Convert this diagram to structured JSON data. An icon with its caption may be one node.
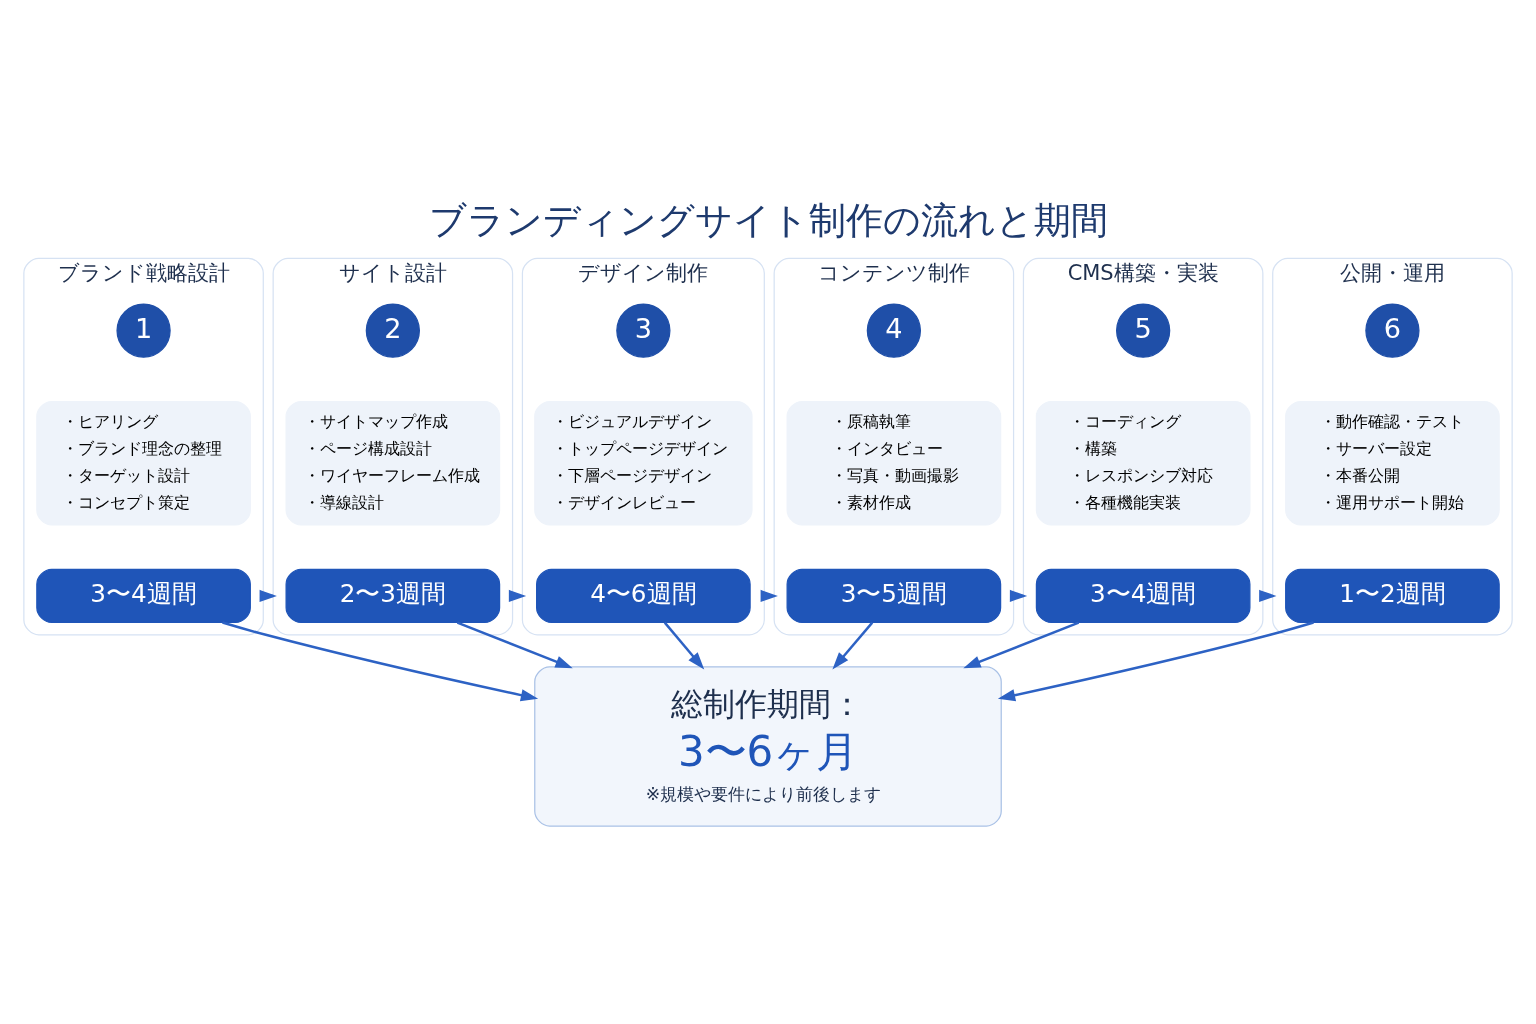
{
  "diagram": {
    "title": "ブランディングサイト制作の流れと期間",
    "nodes": [
      {
        "text": [
          "ブランド戦略設計"
        ]
      },
      {
        "text": [
          "1"
        ],
        "in": 0
      },
      {
        "text": [
          "・ヒアリング",
          "・ブランド理念の整理",
          "・ターゲット設計",
          "・コンセプト策定"
        ],
        "in": 0
      },
      {
        "text": [
          "3〜4週間"
        ],
        "in": 0
      },
      {
        "text": [
          "サイト設計"
        ]
      },
      {
        "text": [
          "2"
        ],
        "in": 4
      },
      {
        "text": [
          "・サイトマップ作成",
          "・ページ構成設計",
          "・ワイヤーフレーム作成",
          "・導線設計"
        ],
        "in": 4
      },
      {
        "text": [
          "2〜3週間"
        ],
        "in": 4
      },
      {
        "text": [
          "デザイン制作"
        ]
      },
      {
        "text": [
          "3"
        ],
        "in": 8
      },
      {
        "text": [
          "・ビジュアルデザイン",
          "・トップページデザイン",
          "・下層ページデザイン",
          "・デザインレビュー"
        ],
        "in": 8
      },
      {
        "text": [
          "4〜6週間"
        ],
        "in": 8
      },
      {
        "text": [
          "コンテンツ制作"
        ]
      },
      {
        "text": [
          "4"
        ],
        "in": 12
      },
      {
        "text": [
          "・原稿執筆",
          "・インタビュー",
          "・写真・動画撮影",
          "・素材作成"
        ],
        "in": 12
      },
      {
        "text": [
          "3〜5週間"
        ],
        "in": 12
      },
      {
        "text": [
          "CMS構築・実装"
        ]
      },
      {
        "text": [
          "5"
        ],
        "in": 16
      },
      {
        "text": [
          "・コーディング",
          "・構築",
          "・レスポンシブ対応",
          "・各種機能実装"
        ],
        "in": 16
      },
      {
        "text": [
          "3〜4週間"
        ],
        "in": 16
      },
      {
        "text": [
          "公開・運用"
        ]
      },
      {
        "text": [
          "6"
        ],
        "in": 20
      },
      {
        "text": [
          "・動作確認・テスト",
          "・サーバー設定",
          "・本番公開",
          "・運用サポート開始"
        ],
        "in": 20
      },
      {
        "text": [
          "1〜2週間"
        ],
        "in": 20
      },
      {
        "text": [
          "総制作期間：",
          "3〜6ヶ月",
          "※規模や要件により前後します"
        ]
      }
    ],
    "edges": [
      {
        "from": 0,
        "to": 4,
        "arrow": "to"
      },
      {
        "from": 4,
        "to": 8,
        "arrow": "to"
      },
      {
        "from": 8,
        "to": 12,
        "arrow": "to"
      },
      {
        "from": 12,
        "to": 16,
        "arrow": "to"
      },
      {
        "from": 16,
        "to": 20,
        "arrow": "to"
      },
      {
        "from": 3,
        "to": 24,
        "arrow": "to"
      },
      {
        "from": 7,
        "to": 24,
        "arrow": "to"
      },
      {
        "from": 11,
        "to": 24,
        "arrow": "to"
      },
      {
        "from": 15,
        "to": 24,
        "arrow": "to"
      },
      {
        "from": 19,
        "to": 24,
        "arrow": "to"
      },
      {
        "from": 23,
        "to": 24,
        "arrow": "to"
      }
    ]
  }
}
